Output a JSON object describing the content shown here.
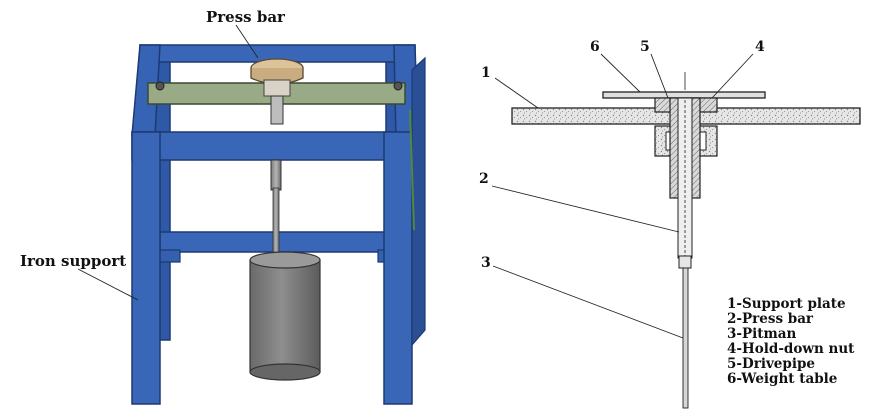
{
  "left_figure": {
    "press_bar_label": "Press bar",
    "iron_support_label": "Iron support"
  },
  "right_figure": {
    "callouts": [
      "1",
      "2",
      "3",
      "4",
      "5",
      "6"
    ],
    "legend": [
      "1-Support plate",
      "2-Press bar",
      "3-Pitman",
      "4-Hold-down nut",
      "5-Drivepipe",
      "6-Weight table"
    ]
  },
  "colors": {
    "frame_blue": "#3a66b8",
    "frame_blue_dark": "#2b4f95",
    "plate_green": "#98ab86",
    "weight_gray": "#7c7c7c",
    "disk_tan": "#dcc39a"
  }
}
